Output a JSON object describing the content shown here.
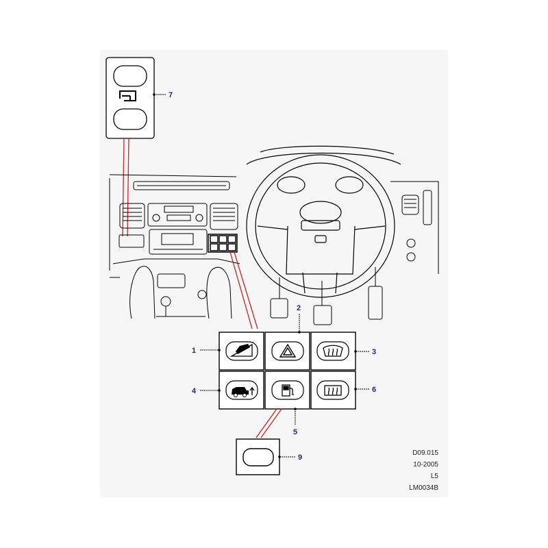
{
  "callouts": {
    "c1": "1",
    "c2": "2",
    "c3": "3",
    "c4": "4",
    "c5": "5",
    "c6": "6",
    "c7": "7",
    "c9": "9"
  },
  "reference": {
    "diagram_code": "D09.015",
    "date": "10-2005",
    "level": "L5",
    "image_code": "LM0034B"
  },
  "icons": {
    "window_switch": "door-window-icon",
    "s1": "hill-descent-icon",
    "s2": "hazard-warning-icon",
    "s3": "front-windscreen-heater-icon",
    "s4": "vehicle-height-raise-icon",
    "s5": "fuel-filler-icon",
    "s6": "rear-window-heater-icon",
    "s9": "blank-switch-icon"
  },
  "colors": {
    "leader_red": "#d02020",
    "callout_blue": "#1a2a8c",
    "line": "#000000",
    "sheet_bg": "#f6f6f6"
  }
}
